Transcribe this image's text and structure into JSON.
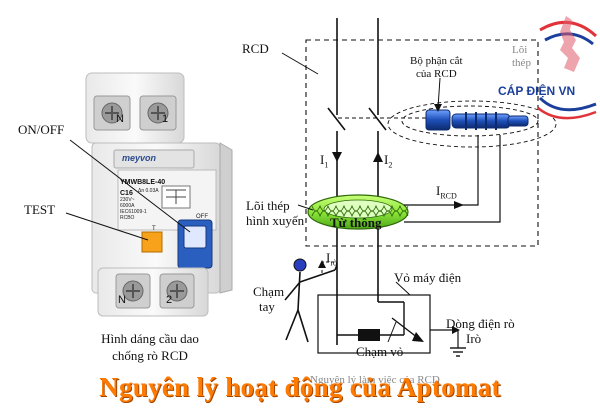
{
  "labels": {
    "rcd": "RCD",
    "on_off": "ON/OFF",
    "test": "TEST",
    "n_top": "N",
    "one_top": "1",
    "n_bottom": "N",
    "two_bottom": "2",
    "bo_phan_cat_1": "Bộ phận cắt",
    "bo_phan_cat_2": "của RCD",
    "loi_thep_partial_1": "Lõi",
    "loi_thep_partial_2": "thép",
    "i1": "I",
    "i1_sub": "1",
    "i2": "I",
    "i2_sub": "2",
    "ircd": "I",
    "ircd_sub": "RCD",
    "loi_thep_hinh_xuyen_1": "Lõi thép",
    "loi_thep_hinh_xuyen_2": "hình xuyến",
    "tu_thong": "Từ thông",
    "iro": "I",
    "iro_sub": "rò",
    "cham_tay_1": "Chạm",
    "cham_tay_2": "tay",
    "vo_may_dien": "Vỏ máy điện",
    "dong_dien_ro": "Dòng điện rò",
    "iro2": "Irò",
    "cham_vo": "Chạm vỏ",
    "caption_partial": "Nguyên lý làm việc của RCD",
    "hinh_dang_1": "Hình dáng cầu dao",
    "hinh_dang_2": "chống rò RCD"
  },
  "device": {
    "brand": "meyvon",
    "model": "YMWB8LE-40",
    "rating_main": "C16",
    "rating_sub": "Δn 0.03A",
    "spec_1": "230V~",
    "spec_2": "6000A",
    "spec_3": "IEC61009-1",
    "spec_4": "RCBO",
    "off": "OFF",
    "t_label": "T"
  },
  "logo": {
    "text": "CÁP ĐIỆN VN"
  },
  "footer": {
    "title": "Nguyên lý hoạt động của Aptomat"
  },
  "colors": {
    "footer_orange": "#ff7a00",
    "logo_blue": "#1b3f9b",
    "toroid_green": "#8ee63a",
    "solenoid_blue": "#1e4fb8",
    "test_button": "#f7a21a",
    "switch_blue": "#2a5fbf"
  }
}
